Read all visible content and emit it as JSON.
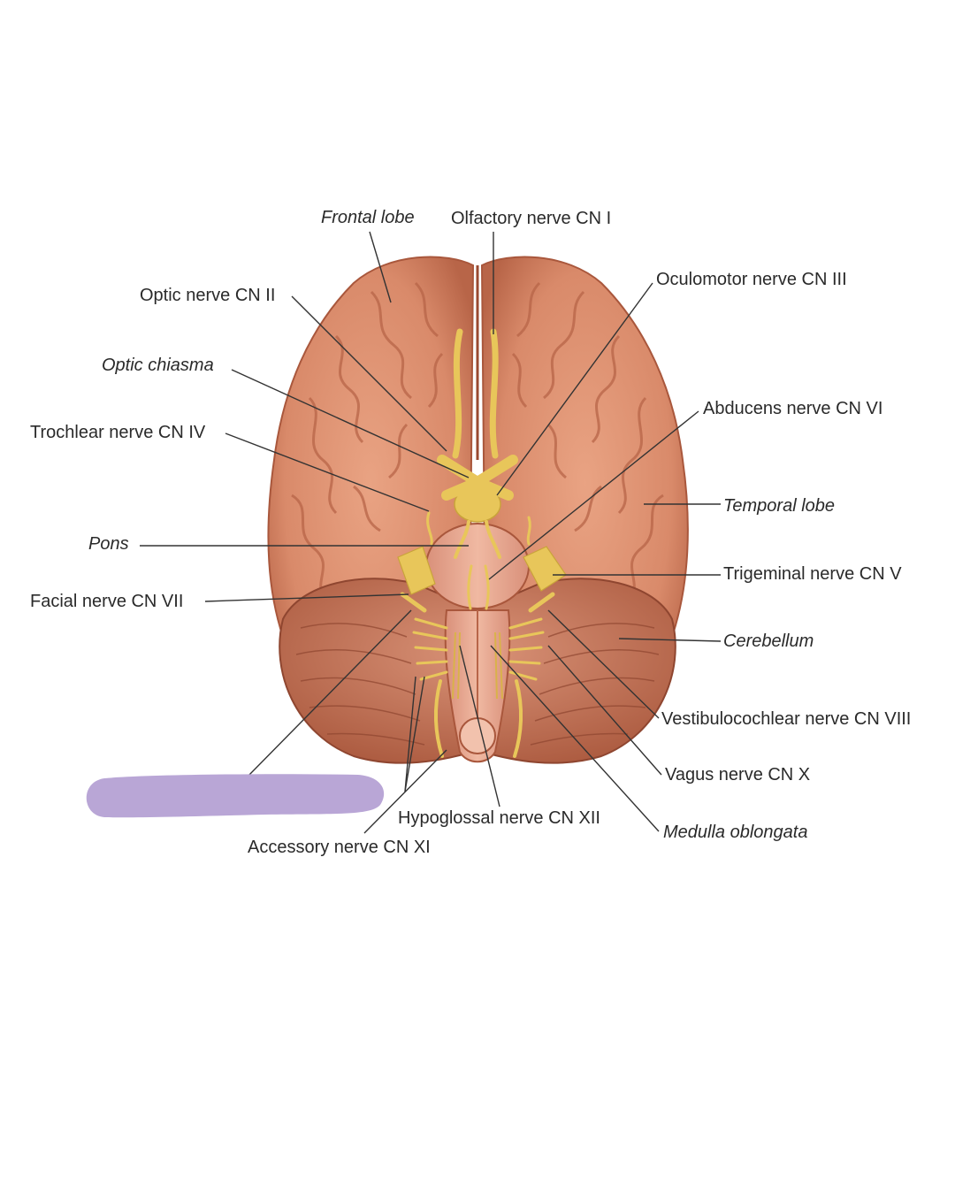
{
  "labels": {
    "frontal_lobe": "Frontal lobe",
    "olfactory": "Olfactory nerve CN I",
    "optic_nerve": "Optic nerve CN II",
    "oculomotor": "Oculomotor nerve CN III",
    "optic_chiasma": "Optic chiasma",
    "trochlear": "Trochlear nerve CN IV",
    "abducens": "Abducens nerve CN VI",
    "temporal_lobe": "Temporal lobe",
    "pons": "Pons",
    "trigeminal": "Trigeminal nerve CN V",
    "facial": "Facial nerve CN VII",
    "cerebellum": "Cerebellum",
    "vestibulocochlear": "Vestibulocochlear nerve CN VIII",
    "vagus": "Vagus nerve CN X",
    "hypoglossal": "Hypoglossal nerve CN XII",
    "medulla": "Medulla oblongata",
    "accessory": "Accessory nerve CN XI"
  },
  "colors": {
    "brain": "#d98a6a",
    "brain_dark": "#b86548",
    "nerve": "#e8c65a",
    "redaction": "#b9a6d6"
  }
}
